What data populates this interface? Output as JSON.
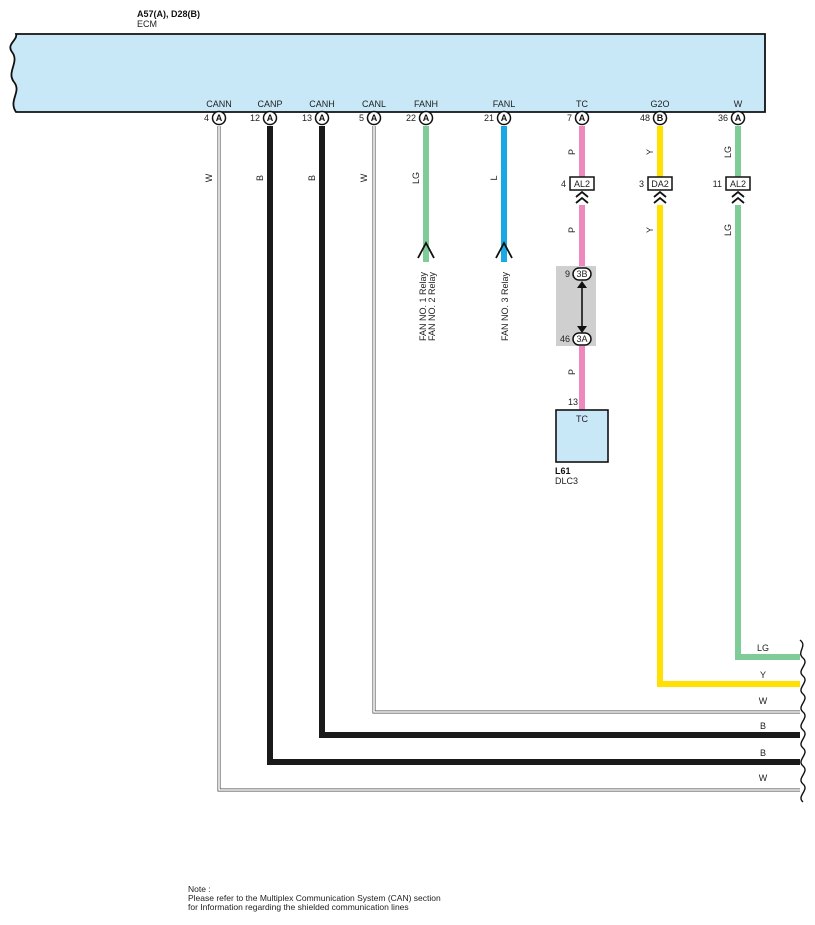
{
  "ecm": {
    "title": "A57(A), D28(B)",
    "name": "ECM"
  },
  "pins": [
    {
      "name": "CANN",
      "num": "4",
      "conn": "A"
    },
    {
      "name": "CANP",
      "num": "12",
      "conn": "A"
    },
    {
      "name": "CANH",
      "num": "13",
      "conn": "A"
    },
    {
      "name": "CANL",
      "num": "5",
      "conn": "A"
    },
    {
      "name": "FANH",
      "num": "22",
      "conn": "A"
    },
    {
      "name": "FANL",
      "num": "21",
      "conn": "A"
    },
    {
      "name": "TC",
      "num": "7",
      "conn": "A"
    },
    {
      "name": "G2O",
      "num": "48",
      "conn": "B"
    },
    {
      "name": "W",
      "num": "36",
      "conn": "A"
    }
  ],
  "wire_labels": {
    "cann": "W",
    "canp": "B",
    "canh": "B",
    "canl": "W",
    "fanh": "LG",
    "fanl": "L",
    "tc_upper": "P",
    "tc_mid": "P",
    "tc_lower": "P",
    "g2o_upper": "Y",
    "g2o_lower": "Y",
    "w_upper": "LG",
    "w_lower": "LG"
  },
  "junctions": {
    "tc": {
      "pin": "4",
      "name": "AL2"
    },
    "g2o": {
      "pin": "3",
      "name": "DA2"
    },
    "w": {
      "pin": "11",
      "name": "AL2"
    }
  },
  "relays": {
    "fanh_line1": "FAN NO. 1 Relay",
    "fanh_line2": "FAN NO. 2 Relay",
    "fanl": "FAN NO. 3 Relay"
  },
  "splice": {
    "top_pin": "9",
    "top_name": "3B",
    "bottom_pin": "46",
    "bottom_name": "3A"
  },
  "dlc": {
    "pin": "13",
    "label": "TC",
    "id": "L61",
    "name": "DLC3"
  },
  "right_labels": [
    "LG",
    "Y",
    "W",
    "B",
    "B",
    "W"
  ],
  "note": {
    "line1": "Note :",
    "line2": "Please refer to the Multiplex Communication System (CAN) section",
    "line3": "for Information regarding the shielded communication lines"
  },
  "colors": {
    "ecm_fill": "#c8e8f8",
    "green": "#7fcc99",
    "blue": "#1aa7e6",
    "pink": "#f088c0",
    "yellow": "#ffe000",
    "black": "#1a1a1a",
    "splice_bg": "#cfcfcf"
  }
}
